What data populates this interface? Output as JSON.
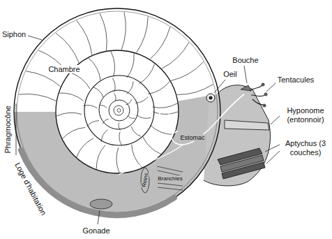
{
  "diagram": {
    "labels": [
      "Siphon",
      "Chambre",
      "Phragmocône",
      "Loge d'habitation",
      "Gonade",
      "Oeil",
      "Bouche",
      "Tentacules",
      "Hyponome (entonnoir)",
      "Aptychus (3 couches)",
      "Estomac",
      "Reins",
      "Branchies"
    ]
  }
}
